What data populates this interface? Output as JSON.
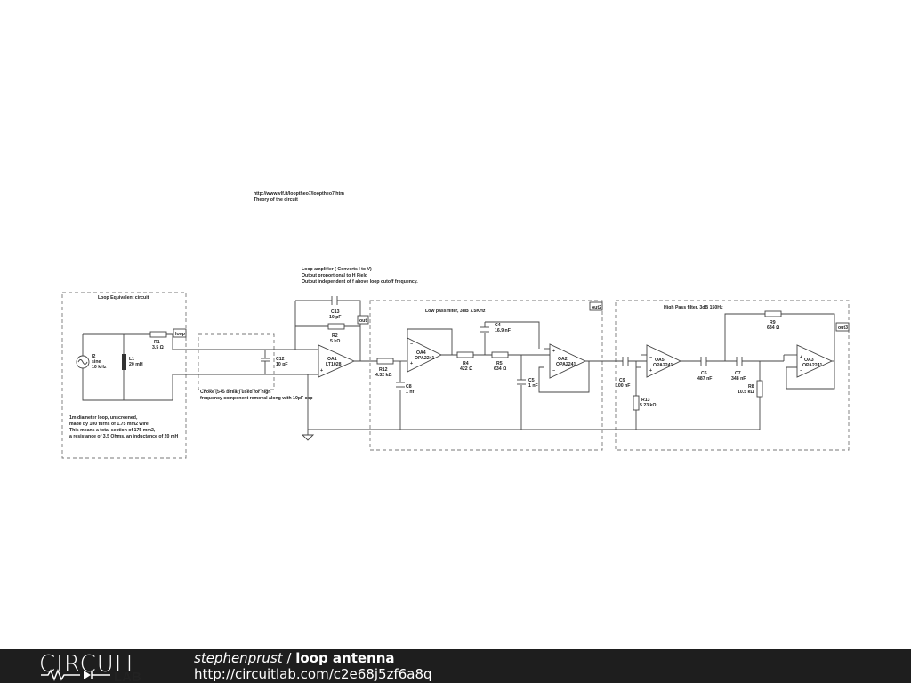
{
  "header_notes": {
    "url": "http://www.vlf.it/looptheo7/looptheo7.htm",
    "theory": "Theory of the circuit"
  },
  "amp_note": {
    "line1": "Loop amplifier ( Converts I to V)",
    "line2": "Output proportional to H Field",
    "line3": "Output independent of f above loop cutoff frequency."
  },
  "boxes": {
    "loop_equiv": "Loop Equivalent circuit",
    "lowpass": "Low pass filter, 3dB 7.5KHz",
    "highpass": "High Pass filter, 3dB 150Hz"
  },
  "loop_note": {
    "line1": "1m diameter loop, unscreened,",
    "line2": "made by 100 turns of 1.75 mm2 wire.",
    "line3": "This means a total section of 175 mm2,",
    "line4": "a resistance of 3.5 Ohms, an inductance of 20 mH"
  },
  "choke_note": {
    "line1": "Choke (5+5 bifilar) used for high",
    "line2": "frequency component removal along with 10pF cap"
  },
  "components": {
    "I2_name": "I2",
    "I2_val1": "sine",
    "I2_val2": "10 kHz",
    "L1_name": "L1",
    "L1_val": "20 mH",
    "R1_name": "R1",
    "R1_val": "3.5 Ω",
    "C12_name": "C12",
    "C12_val": "10 pF",
    "C13_name": "C13",
    "C13_val": "10 pF",
    "R2_name": "R2",
    "R2_val": "5 kΩ",
    "OA1_name": "OA1",
    "OA1_part": "LT1028",
    "R12_name": "R12",
    "R12_val": "4.32 kΩ",
    "C8_name": "C8",
    "C8_val": "1 nf",
    "OA4_name": "OA4",
    "OA4_part": "OPA2241",
    "R4_name": "R4",
    "R4_val": "422 Ω",
    "R5_name": "R5",
    "R5_val": "634 Ω",
    "C4_name": "C4",
    "C4_val": "16.9 nF",
    "C5_name": "C5",
    "C5_val": "1 nF",
    "OA2_name": "OA2",
    "OA2_part": "OPA2241",
    "C9_name": "C9",
    "C9_val": "100 nF",
    "R13_name": "R13",
    "R13_val": "5.23 kΩ",
    "OA5_name": "OA5",
    "OA5_part": "OPA2241",
    "C6_name": "C6",
    "C6_val": "487 nF",
    "C7_name": "C7",
    "C7_val": "348 nF",
    "R8_name": "R8",
    "R8_val": "10.5 kΩ",
    "R9_name": "R9",
    "R9_val": "634 Ω",
    "OA3_name": "OA3",
    "OA3_part": "OPA2241"
  },
  "probes": {
    "loop": "loop",
    "out": "out",
    "out2": "out2",
    "out3": "out3"
  },
  "footer": {
    "logo": "CIRCUIT",
    "logo_sub": "LAB",
    "user": "stephenprust",
    "separator": " / ",
    "project": "loop antenna",
    "url": "http://circuitlab.com/c2e68j5zf6a8q"
  }
}
